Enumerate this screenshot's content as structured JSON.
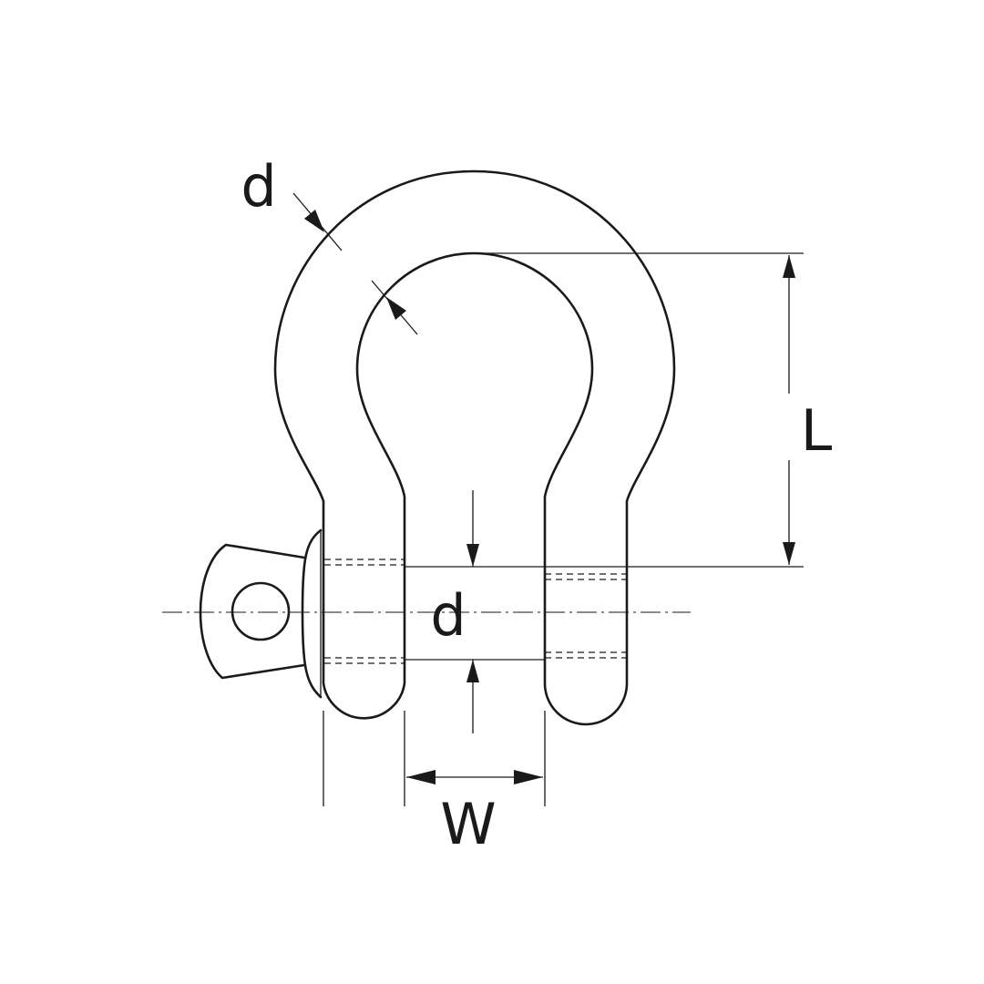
{
  "diagram": {
    "labels": {
      "bow_thickness": "d",
      "height": "L",
      "pin_diameter": "d",
      "width": "W"
    },
    "colors": {
      "line": "#1a1a1a",
      "background": "#ffffff"
    }
  }
}
